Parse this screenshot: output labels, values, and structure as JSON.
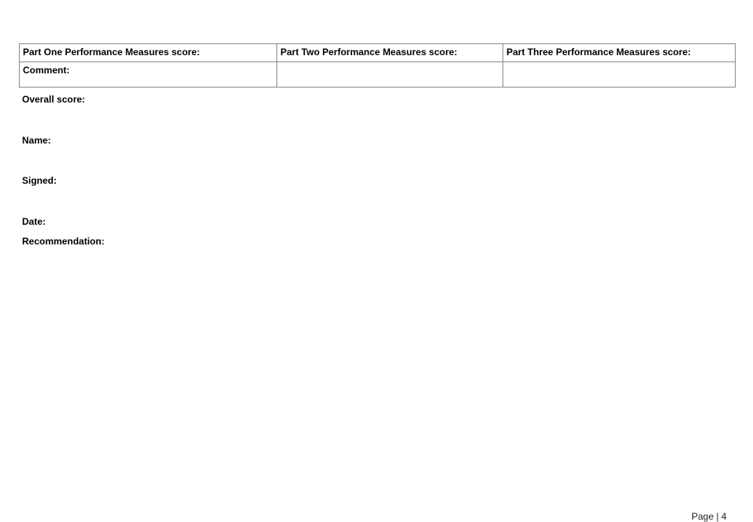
{
  "table": {
    "row1": [
      "Part One Performance Measures score:",
      "Part Two Performance Measures score:",
      "Part Three Performance Measures score:"
    ],
    "row2": [
      "Comment:",
      "",
      ""
    ]
  },
  "fields": {
    "overall": "Overall score:",
    "name": "Name:",
    "signed": "Signed:",
    "date": "Date:",
    "recommendation": "Recommendation:"
  },
  "footer": {
    "page": "Page | 4"
  }
}
